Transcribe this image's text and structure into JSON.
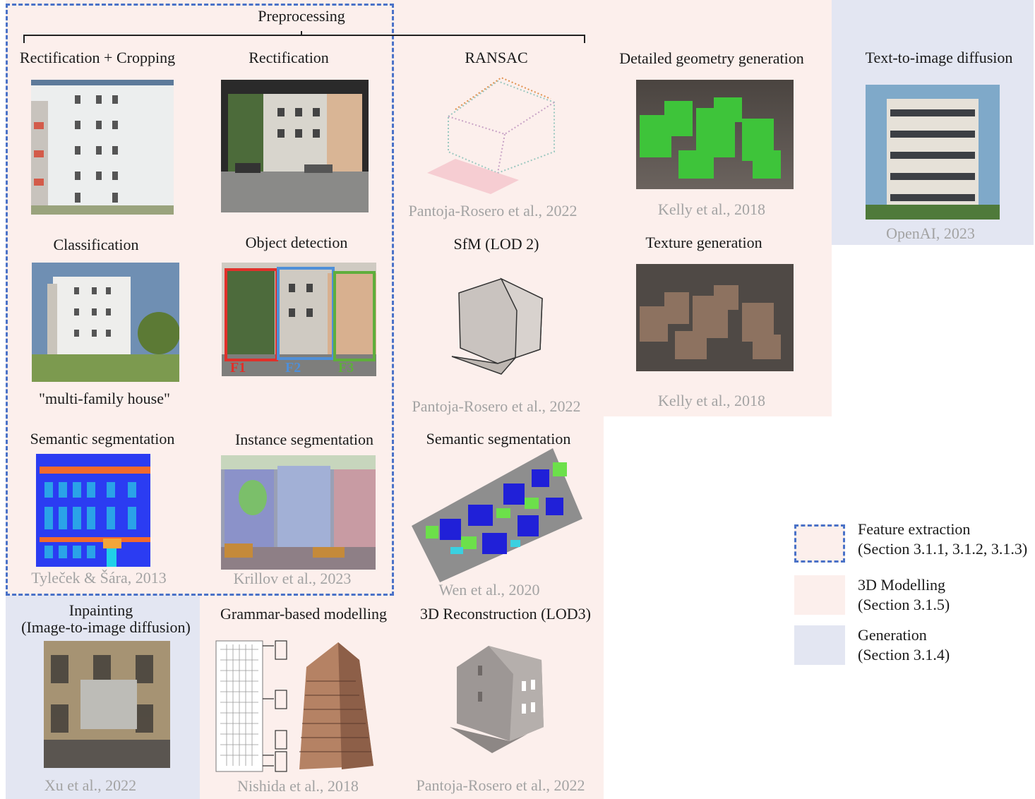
{
  "colors": {
    "modelling": "#fcefec",
    "generation": "#e3e6f2",
    "feature_border": "#4a72c8",
    "citation": "#a3a3a3"
  },
  "preprocessing_label": "Preprocessing",
  "panels": [
    {
      "label": "Rectification + Cropping"
    },
    {
      "label": "Rectification"
    },
    {
      "label": "RANSAC",
      "cite": "Pantoja-Rosero et al., 2022"
    },
    {
      "label": "Detailed geometry generation",
      "cite": "Kelly et al., 2018"
    },
    {
      "label": "Text-to-image diffusion",
      "cite": "OpenAI, 2023"
    },
    {
      "label": "Classification",
      "caption": "\"multi-family house\""
    },
    {
      "label": "Object detection",
      "boxes": [
        "F1",
        "F2",
        "F3"
      ]
    },
    {
      "label": "SfM (LOD 2)",
      "cite": "Pantoja-Rosero et al., 2022"
    },
    {
      "label": "Texture generation",
      "cite": "Kelly et al., 2018"
    },
    {
      "label": "Semantic segmentation",
      "cite": "Tyleček & Šára, 2013"
    },
    {
      "label": "Instance segmentation",
      "cite": "Krillov et al., 2023"
    },
    {
      "label": "Semantic segmentation",
      "cite": "Wen et al., 2020"
    },
    {
      "label_line1": "Inpainting",
      "label_line2": "(Image-to-image diffusion)",
      "cite": "Xu et al., 2022"
    },
    {
      "label": "Grammar-based modelling",
      "cite": "Nishida et al., 2018"
    },
    {
      "label": "3D Reconstruction (LOD3)",
      "cite": "Pantoja-Rosero et al., 2022"
    }
  ],
  "legend": [
    {
      "line1": "Feature extraction",
      "line2": "(Section 3.1.1, 3.1.2, 3.1.3)"
    },
    {
      "line1": "3D Modelling",
      "line2": "(Section 3.1.5)"
    },
    {
      "line1": "Generation",
      "line2": "(Section 3.1.4)"
    }
  ]
}
